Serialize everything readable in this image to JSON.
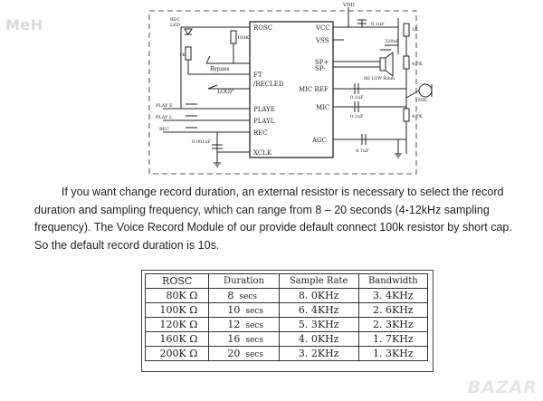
{
  "watermarks": {
    "top": "MeH",
    "bottom": "BAZAR"
  },
  "schematic": {
    "top_vdd": "VDD",
    "chip_left": [
      "ROSC",
      "FT",
      "/RECLED",
      "PLAYE",
      "PLAYL",
      "REC",
      "XCLK"
    ],
    "chip_right": [
      "VCC",
      "VSS",
      "SP+",
      "SP-",
      "MIC REF",
      "MIC",
      "AGC"
    ],
    "labels": {
      "rec_led": "REC\nLED",
      "r100k": "100K",
      "r1k_left": "1K",
      "bypass": "Bypass",
      "loop": "LOOP",
      "play_e": "PLAY E",
      "play_l": "PLAY L",
      "rec": "REC",
      "c0001": "0.001uF",
      "c01_top": "0.1uF",
      "c220": "220uF",
      "r1k_right": "1K",
      "r47k_1": "4.7K",
      "speaker": "8Ω 1/2W 8ohm",
      "mic": "MIC",
      "c01_a": "0.1uF",
      "c01_b": "0.1uF",
      "r47k_2": "4.7K",
      "c47": "4.7uF"
    }
  },
  "paragraph": "If you want change record duration, an external resistor is necessary to select the record duration and sampling frequency, which can range from 8 – 20 seconds (4-12kHz sampling frequency).   The Voice Record Module of our provide default connect 100k resistor by short cap. So the default record duration is 10s.",
  "table": {
    "headers": [
      "ROSC",
      "Duration",
      "Sample Rate",
      "Bandwidth"
    ],
    "rows": [
      {
        "rosc": "80K Ω",
        "dur": "8",
        "unit": "secs",
        "rate": "8. 0KHz",
        "bw": "3. 4KHz"
      },
      {
        "rosc": "100K Ω",
        "dur": "10",
        "unit": "secs",
        "rate": "6. 4KHz",
        "bw": "2. 6KHz"
      },
      {
        "rosc": "120K Ω",
        "dur": "12",
        "unit": "secs",
        "rate": "5. 3KHz",
        "bw": "2. 3KHz"
      },
      {
        "rosc": "160K Ω",
        "dur": "16",
        "unit": "secs",
        "rate": "4. 0KHz",
        "bw": "1. 7KHz"
      },
      {
        "rosc": "200K Ω",
        "dur": "20",
        "unit": "secs",
        "rate": "3. 2KHz",
        "bw": "1. 3KHz"
      }
    ]
  }
}
